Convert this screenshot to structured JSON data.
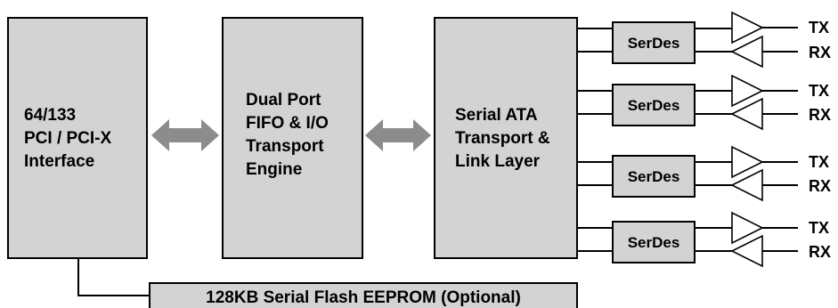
{
  "blocks": {
    "pci": {
      "lines": [
        "64/133",
        "PCI / PCI-X",
        "Interface"
      ]
    },
    "fifo": {
      "lines": [
        "Dual Port",
        "FIFO & I/O",
        "Transport",
        "Engine"
      ]
    },
    "sata": {
      "lines": [
        "Serial ATA",
        "Transport &",
        "Link Layer"
      ]
    },
    "flash": {
      "label": "128KB Serial Flash EEPROM (Optional)"
    }
  },
  "serdes_channels": [
    {
      "label": "SerDes",
      "tx": "TX",
      "rx": "RX"
    },
    {
      "label": "SerDes",
      "tx": "TX",
      "rx": "RX"
    },
    {
      "label": "SerDes",
      "tx": "TX",
      "rx": "RX"
    },
    {
      "label": "SerDes",
      "tx": "TX",
      "rx": "RX"
    }
  ],
  "colors": {
    "block_fill": "#d3d3d3",
    "arrow": "#8c8c8c",
    "line": "#000000"
  }
}
